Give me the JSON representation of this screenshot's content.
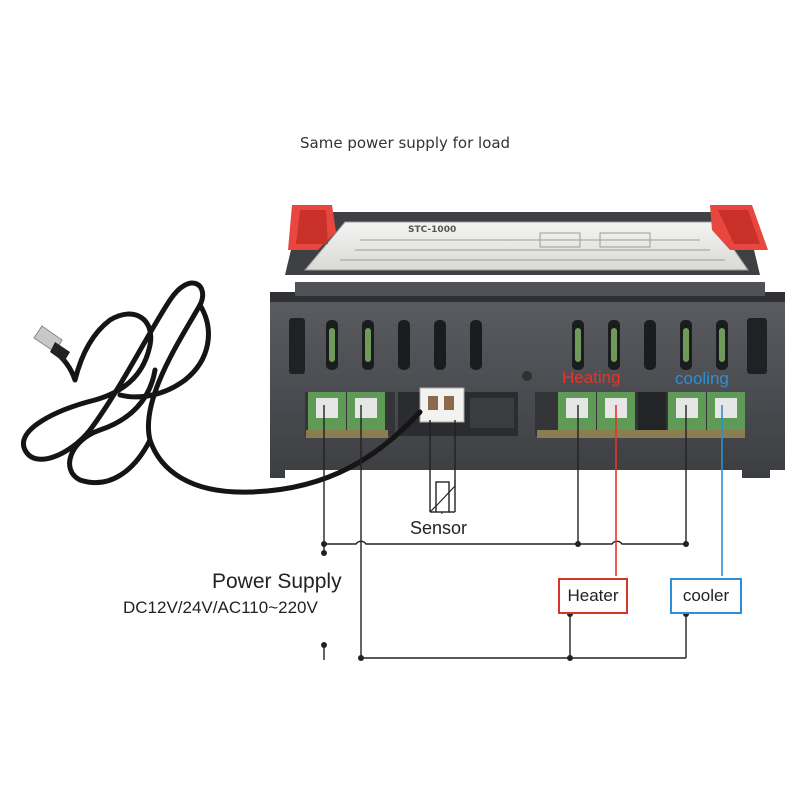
{
  "caption": "Same power supply for load",
  "device_model": "STC-1000",
  "labels": {
    "heating": "Heating",
    "cooling": "cooling",
    "sensor": "Sensor",
    "power_supply": "Power Supply",
    "voltage": "DC12V/24V/AC110~220V",
    "heater": "Heater",
    "cooler": "cooler"
  },
  "colors": {
    "heating": "#e8332a",
    "cooling": "#2d8fd8",
    "housing": "#4a4c50",
    "terminal_green": "#5f9a56",
    "clip_red": "#e8473f",
    "wire": "#222222"
  },
  "icons": [
    "sensor-thermistor-icon",
    "temperature-probe-icon"
  ]
}
